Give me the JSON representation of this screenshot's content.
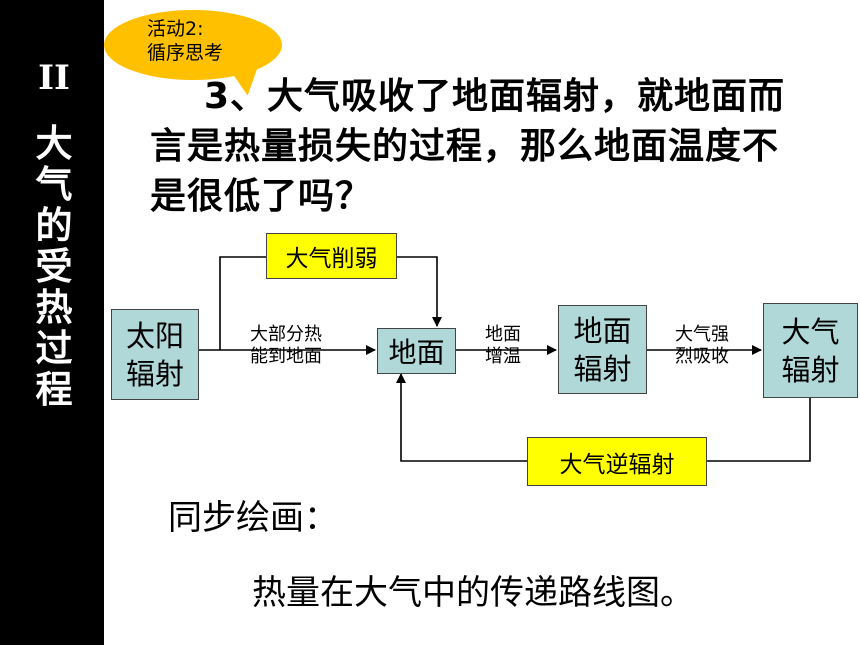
{
  "sidebar": {
    "section_number": "II",
    "section_title": "大气的受热过程"
  },
  "bubble": {
    "line1": "活动2:",
    "line2": "循序思考"
  },
  "question": "3、大气吸收了地面辐射，就地面而言是热量损失的过程，那么地面温度不是很低了吗？",
  "diagram": {
    "solar_line1": "太阳",
    "solar_line2": "辐射",
    "label_to_ground_1": "大部分热",
    "label_to_ground_2": "能到地面",
    "attenuation": "大气削弱",
    "ground": "地面",
    "label_ground_warm_1": "地面",
    "label_ground_warm_2": "增温",
    "ground_rad_line1": "地面",
    "ground_rad_line2": "辐射",
    "label_absorb_1": "大气强",
    "label_absorb_2": "烈吸收",
    "atm_rad_line1": "大气",
    "atm_rad_line2": "辐射",
    "counter_radiation": "大气逆辐射"
  },
  "footer": {
    "line1": "同步绘画：",
    "line2": "热量在大气中的传递路线图。"
  },
  "colors": {
    "sidebar": "#000000",
    "bubble": "#ffc000",
    "box_teal": "#b0d8d8",
    "box_yellow": "#ffff00"
  }
}
